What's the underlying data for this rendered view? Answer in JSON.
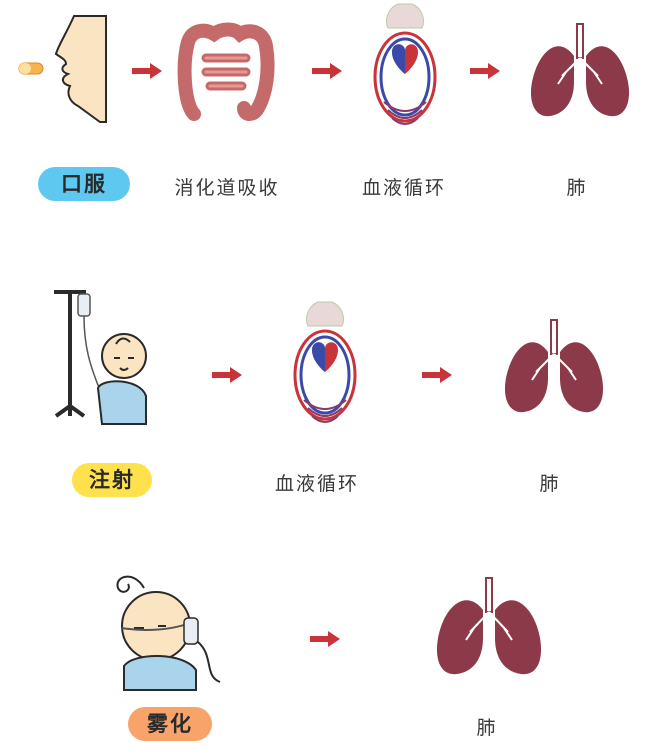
{
  "rows": [
    {
      "method": "口服",
      "steps": [
        "消化道吸收",
        "血液循环",
        "肺"
      ]
    },
    {
      "method": "注射",
      "steps": [
        "血液循环",
        "肺"
      ]
    },
    {
      "method": "雾化",
      "steps": [
        "肺"
      ]
    }
  ],
  "colors": {
    "arrow": "#c9343a",
    "lung": "#8c3a4a",
    "badge_oral": "#5fc8f0",
    "badge_injection": "#ffe14d",
    "badge_nebulization": "#f7a36a"
  }
}
